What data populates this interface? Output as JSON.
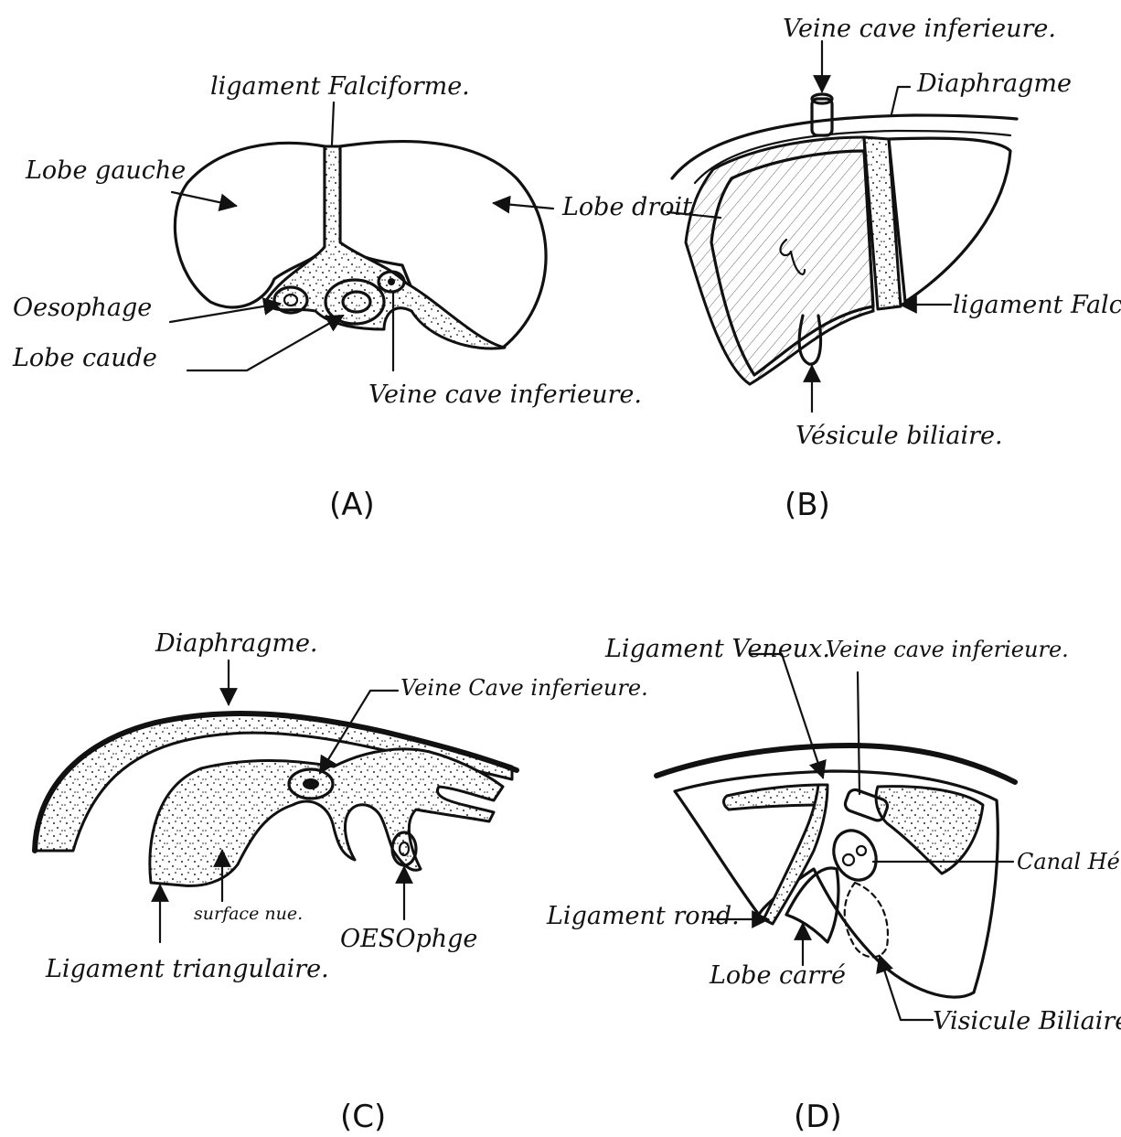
{
  "panels": {
    "A": {
      "caption": "(A)",
      "labels": {
        "ligament_falciforme": "ligament Falciforme.",
        "lobe_gauche": "Lobe gauche",
        "lobe_droit": "Lobe droit",
        "oesophage": "Oesophage",
        "lobe_caude": "Lobe caude",
        "veine_cave": "Veine cave inferieure."
      }
    },
    "B": {
      "caption": "(B)",
      "labels": {
        "veine_cave": "Veine cave inferieure.",
        "diaphragme": "Diaphragme",
        "ligament_falciforme": "ligament Falciforme",
        "vesicule": "Vésicule biliaire."
      }
    },
    "C": {
      "caption": "(C)",
      "labels": {
        "diaphragme": "Diaphragme.",
        "veine_cave": "Veine Cave inferieure.",
        "surface_nue": "surface nue.",
        "oesophage": "OESOphge",
        "ligament_triangulaire": "Ligament triangulaire."
      }
    },
    "D": {
      "caption": "(D)",
      "labels": {
        "ligament_veneux": "Ligament Veneux.",
        "veine_cave": "Veine cave inferieure.",
        "canal_hepatique": "Canal Hépatique Commune",
        "ligament_rond": "Ligament rond.",
        "lobe_carre": "Lobe carré",
        "vesicule": "Visicule Biliaire."
      }
    }
  }
}
